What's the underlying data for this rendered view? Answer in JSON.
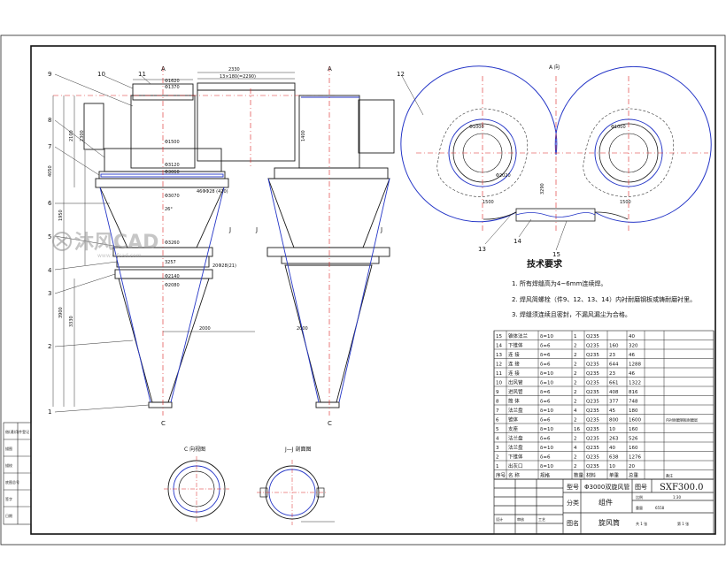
{
  "watermark": {
    "brand": "沐风CAD",
    "site": "www.mfcad.com"
  },
  "section_markers": {
    "a": "A",
    "c": "C",
    "j": "J"
  },
  "view_titles": {
    "plan_a": "A 向",
    "c_view": "C 向视图",
    "jj_section": "J—J 剖面图"
  },
  "callouts": [
    "1",
    "2",
    "3",
    "4",
    "5",
    "6",
    "7",
    "8",
    "9",
    "10",
    "11",
    "12",
    "13",
    "14",
    "15"
  ],
  "tech_requirements": {
    "title": "技术要求",
    "items": [
      "1. 所有焊缝高为4~6mm连续焊。",
      "2. 焊风简螺栓（件9、12、13、14）内衬耐磨钢板或铸耐磨衬里。",
      "3. 焊缝须连续且密封，不漏风漏尘为合格。"
    ]
  },
  "dimensions": {
    "top_width": "2330",
    "top_split": "13×180(=2290)",
    "d_inlet_a": "Φ1620",
    "d_inlet_b": "Φ1370",
    "d_body": "Φ1500",
    "d_flange_a": "Φ3120",
    "d_flange_b": "Φ3060",
    "d_flange_c": "Φ3070",
    "flange_bolts": "46ΦΦ28 (420)",
    "angle": "26°",
    "d_mid": "Φ3260",
    "d_mid2": "3257",
    "cone_bolts": "20Φ28(21)",
    "d_low_a": "Φ2140",
    "d_low_b": "Φ2080",
    "h_2000_l": "2000",
    "h_2000_r": "2000",
    "v_4050": "4050",
    "v_1950": "1950",
    "v_2100": "2100",
    "v_3900": "3900",
    "v_3330": "3330",
    "v_2300": "2300",
    "v_1400": "1400",
    "plan_1500_l": "1500",
    "plan_1500_r": "1500",
    "plan_3290": "3290",
    "plan_ring": "Φ1000",
    "plan_inner": "Φ2020"
  },
  "bom": {
    "rows": [
      {
        "no": "15",
        "name": "锥体法兰",
        "spec": "δ=10",
        "qty": "1",
        "mat": "Q235",
        "unit": "",
        "total": "40",
        "note": ""
      },
      {
        "no": "14",
        "name": "下锥体",
        "spec": "δ=6",
        "qty": "2",
        "mat": "Q235",
        "unit": "160",
        "total": "320",
        "note": ""
      },
      {
        "no": "13",
        "name": "连  接",
        "spec": "δ=6",
        "qty": "2",
        "mat": "Q235",
        "unit": "23",
        "total": "46",
        "note": ""
      },
      {
        "no": "12",
        "name": "连  接",
        "spec": "δ=6",
        "qty": "2",
        "mat": "Q235",
        "unit": "644",
        "total": "1288",
        "note": ""
      },
      {
        "no": "11",
        "name": "连  接",
        "spec": "δ=10",
        "qty": "2",
        "mat": "Q235",
        "unit": "23",
        "total": "46",
        "note": ""
      },
      {
        "no": "10",
        "name": "出风管",
        "spec": "δ=10",
        "qty": "2",
        "mat": "Q235",
        "unit": "661",
        "total": "1322",
        "note": ""
      },
      {
        "no": "9",
        "name": "进风管",
        "spec": "δ=6",
        "qty": "2",
        "mat": "Q235",
        "unit": "408",
        "total": "816",
        "note": ""
      },
      {
        "no": "8",
        "name": "筒  体",
        "spec": "δ=6",
        "qty": "2",
        "mat": "Q235",
        "unit": "377",
        "total": "748",
        "note": ""
      },
      {
        "no": "7",
        "name": "法兰盘",
        "spec": "δ=10",
        "qty": "4",
        "mat": "Q235",
        "unit": "45",
        "total": "180",
        "note": ""
      },
      {
        "no": "6",
        "name": "锥体",
        "spec": "δ=6",
        "qty": "2",
        "mat": "Q235",
        "unit": "800",
        "total": "1600",
        "note": "内衬耐磨钢板耐磨层"
      },
      {
        "no": "5",
        "name": "支座",
        "spec": "δ=10",
        "qty": "16",
        "mat": "Q235",
        "unit": "10",
        "total": "160",
        "note": ""
      },
      {
        "no": "4",
        "name": "法兰盘",
        "spec": "δ=6",
        "qty": "2",
        "mat": "Q235",
        "unit": "263",
        "total": "526",
        "note": ""
      },
      {
        "no": "3",
        "name": "法兰盘",
        "spec": "δ=10",
        "qty": "4",
        "mat": "Q235",
        "unit": "40",
        "total": "160",
        "note": ""
      },
      {
        "no": "2",
        "name": "下锥体",
        "spec": "δ=6",
        "qty": "2",
        "mat": "Q235",
        "unit": "638",
        "total": "1276",
        "note": ""
      },
      {
        "no": "1",
        "name": "出灰口",
        "spec": "δ=10",
        "qty": "2",
        "mat": "Q235",
        "unit": "10",
        "total": "20",
        "note": ""
      }
    ],
    "header": {
      "no": "序号",
      "name": "名  称",
      "spec": "规格",
      "qty": "数量",
      "mat": "材料",
      "unit": "单重",
      "total": "总重",
      "note": "备注"
    }
  },
  "title_block": {
    "model_label": "型号",
    "model": "Φ3000双旋风管",
    "drawing_no_label": "图号",
    "drawing_no": "SXF300.0",
    "class_label": "分类",
    "class": "组件",
    "name_label": "图名",
    "name": "旋风筒",
    "small_cells": [
      "设计",
      "审核",
      "工艺",
      "比例",
      "1:30",
      "重量",
      "6558",
      "共 1 张",
      "第 1 张"
    ]
  },
  "left_strip": [
    "借(通)用件登记",
    "描图",
    "描校",
    "底图总号",
    "签字",
    "日期"
  ]
}
